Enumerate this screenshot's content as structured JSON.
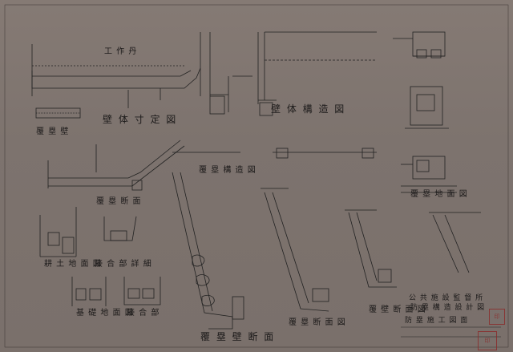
{
  "sheet": {
    "labels": {
      "eave": "工 作 丹",
      "wall_a": "壁 体 寸 定 図",
      "wall_b": "壁 体 構 造 図",
      "side_wall": "覆 塁 壁",
      "plan_a": "覆 塁 構 造 図",
      "plan_b": "覆 塁 断 面",
      "base_a": "耕 土 地 面 図",
      "base_b": "基 礎 地 面 図",
      "shelf": "覆 塁 地 面 図",
      "slope_a": "覆 塁 壁 断 面",
      "slope_b": "覆 塁 断 面 図",
      "slope_c": "覆 壁 断 面 図",
      "small_a": "接 合 部 詳 細",
      "small_b": "接 合 部",
      "title_1": "公 共 施 設 監 督 所",
      "title_2": "防 塁 構 造 設 計 図",
      "title_3": "防 塁 施 工 図 面"
    },
    "stamps": [
      "印",
      "印"
    ]
  }
}
